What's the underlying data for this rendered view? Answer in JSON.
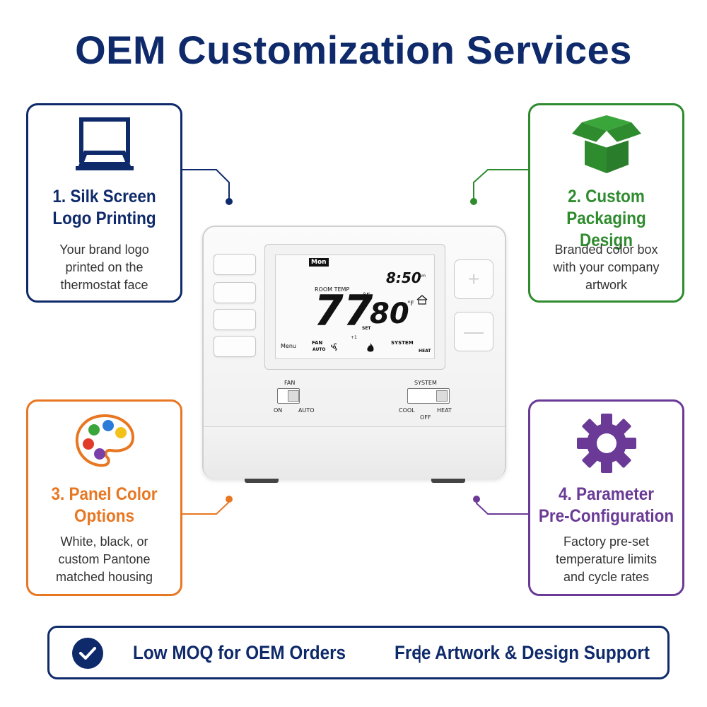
{
  "title": "OEM Customization Services",
  "colors": {
    "navy": "#0f2a6b",
    "green": "#2e8b2e",
    "orange": "#e87722",
    "purple": "#6a3a96"
  },
  "cards": [
    {
      "icon": "silk-screen-frame-icon",
      "heading_line1": "1. Silk Screen",
      "heading_line2": "Logo Printing",
      "desc_line1": "Your brand logo",
      "desc_line2": "printed on the",
      "desc_line3": "thermostat face"
    },
    {
      "icon": "open-box-icon",
      "heading_line1": "2. Custom",
      "heading_line2": "Packaging Design",
      "desc_line1": "Branded color box",
      "desc_line2": "with your company",
      "desc_line3": "artwork"
    },
    {
      "icon": "paint-palette-icon",
      "heading_line1": "3. Panel Color",
      "heading_line2": "Options",
      "desc_line1": "White, black, or",
      "desc_line2": "custom Pantone",
      "desc_line3": "matched housing"
    },
    {
      "icon": "gear-icon",
      "heading_line1": "4. Parameter",
      "heading_line2": "Pre-Configuration",
      "desc_line1": "Factory pre-set",
      "desc_line2": "temperature limits",
      "desc_line3": "and cycle rates"
    }
  ],
  "thermostat": {
    "day": "Mon",
    "time": "8:50",
    "ampm": "Am",
    "room_label": "ROOM TEMP",
    "room_temp": "77",
    "unit": "°F",
    "set_label": "SET",
    "set_temp": "80",
    "plus_one": "+1",
    "menu": "Menu",
    "fan_label": "FAN",
    "fan_mode": "AUTO",
    "system_label": "SYSTEM",
    "system_mode": "HEAT",
    "plus_button": "+",
    "minus_button": "—",
    "fan_switch": {
      "title": "FAN",
      "left": "ON",
      "right": "AUTO"
    },
    "system_switch": {
      "title": "SYSTEM",
      "left": "COOL",
      "middle": "OFF",
      "right": "HEAT"
    }
  },
  "banner": {
    "left_text": "Low MOQ for OEM Orders",
    "separator": "|",
    "right_text": "Free Artwork & Design Support"
  }
}
